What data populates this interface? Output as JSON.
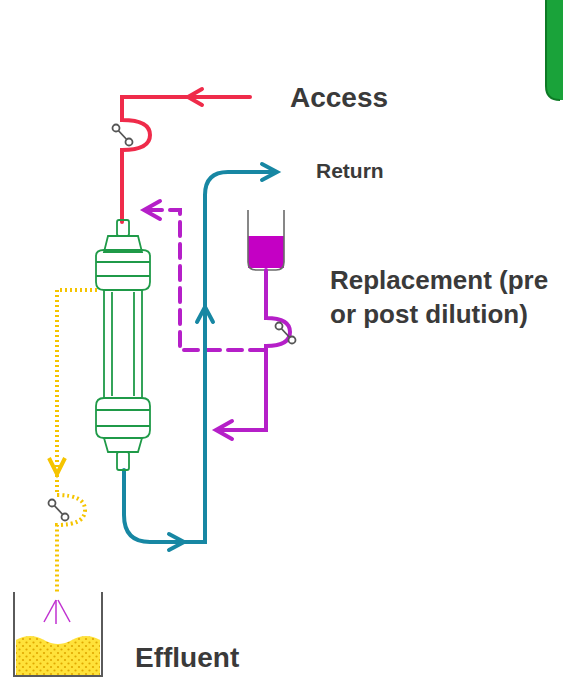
{
  "diagram": {
    "labels": [
      "Access",
      "Return",
      "Replacement (pre or post dilution)",
      "Effluent"
    ]
  }
}
